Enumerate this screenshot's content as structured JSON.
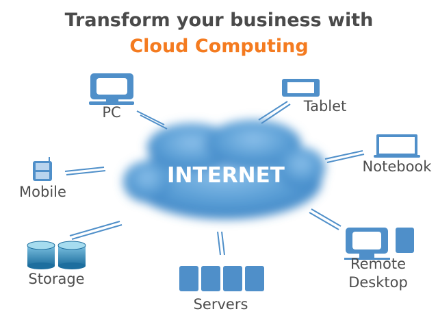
{
  "title": {
    "line1": "Transform your business with",
    "line2": "Cloud Computing"
  },
  "center": {
    "label": "INTERNET"
  },
  "nodes": {
    "pc": "PC",
    "tablet": "Tablet",
    "notebook": "Notebook",
    "mobile": "Mobile",
    "storage": "Storage",
    "servers": "Servers",
    "remote_line1": "Remote",
    "remote_line2": "Desktop"
  },
  "colors": {
    "title": "#4a4a4a",
    "accent": "#f47b20",
    "icon": "#4f8fc9",
    "cloud": "#5b9fd6"
  }
}
